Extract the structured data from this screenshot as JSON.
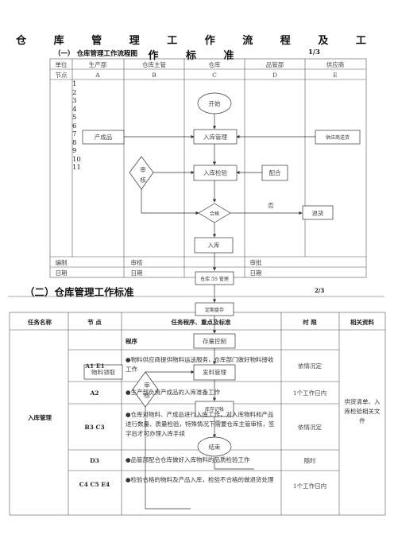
{
  "title": "仓 库 管 理 工 作 流 程 及 工 作 标 准",
  "section1": {
    "label": "（一）",
    "title": "仓库管理工作流程图",
    "page": "1/3"
  },
  "flow": {
    "header_unit": "单位",
    "header_node": "节点",
    "columns": [
      {
        "name": "生产部",
        "node": "A"
      },
      {
        "name": "仓库主管",
        "node": "B"
      },
      {
        "name": "仓库",
        "node": "C"
      },
      {
        "name": "品管部",
        "node": "D"
      },
      {
        "name": "供应商",
        "node": "E"
      }
    ],
    "row_numbers": [
      "1",
      "2",
      "3",
      "4",
      "5",
      "6",
      "7",
      "8",
      "9",
      "10",
      "11"
    ],
    "boxes": {
      "start": "开始",
      "finished": "产成品",
      "inbound_mgmt": "入库管理",
      "supplier_delivery": "供应商送货",
      "audit": "审核",
      "inbound_inspect": "入库检验",
      "cooperate": "配合",
      "qualified": "合格",
      "no": "否",
      "return": "退货",
      "inbound": "入库",
      "ss_mgmt": "仓库 5S 管理",
      "regular_inventory": "定期盘存",
      "stock_control": "存量控制",
      "material_request": "物料领取",
      "issue_mgmt": "发料管理",
      "audit2": "审核",
      "ledger": "库存记帐",
      "end": "结束"
    },
    "footer": {
      "prepared": "编制",
      "date1": "日期",
      "reviewed": "审核",
      "date2": "日期",
      "approved": "审批",
      "date3": "日期"
    }
  },
  "section2": {
    "label": "（二）",
    "title": "仓库管理工作标准",
    "page": "2/3"
  },
  "std_table": {
    "headers": [
      "任务名称",
      "节 点",
      "任务程序、重点及标准",
      "时 限",
      "相关资料"
    ],
    "task": "入库管理",
    "program_label": "程序",
    "related": "供货清单、入库检验相关文件",
    "rows": [
      {
        "node": "A1 E1",
        "text": "●物料供应商提供物料运送服务，仓库部门做好物料接收工作",
        "time": "依情况定"
      },
      {
        "node": "A2",
        "text": "●生产部负责产成品的入库准备工作",
        "time": "1个工作日内"
      },
      {
        "node": "B3 C3",
        "text": "●仓库对物料、产成品进行入库工作，对入库物料和产品进行数量、质量检验，特殊情况下需要仓库主管审核，签字后才可办理入库手续",
        "time": "依情况定"
      },
      {
        "node": "D3",
        "text": "●品管部配合仓库做好入库物料的品质检验工作",
        "time": "随时"
      },
      {
        "node": "C4 C5 E4",
        "text": "●检验合格的物料及产品入库，检验不合格的做退货处理",
        "time": "1个工作日内"
      }
    ]
  }
}
